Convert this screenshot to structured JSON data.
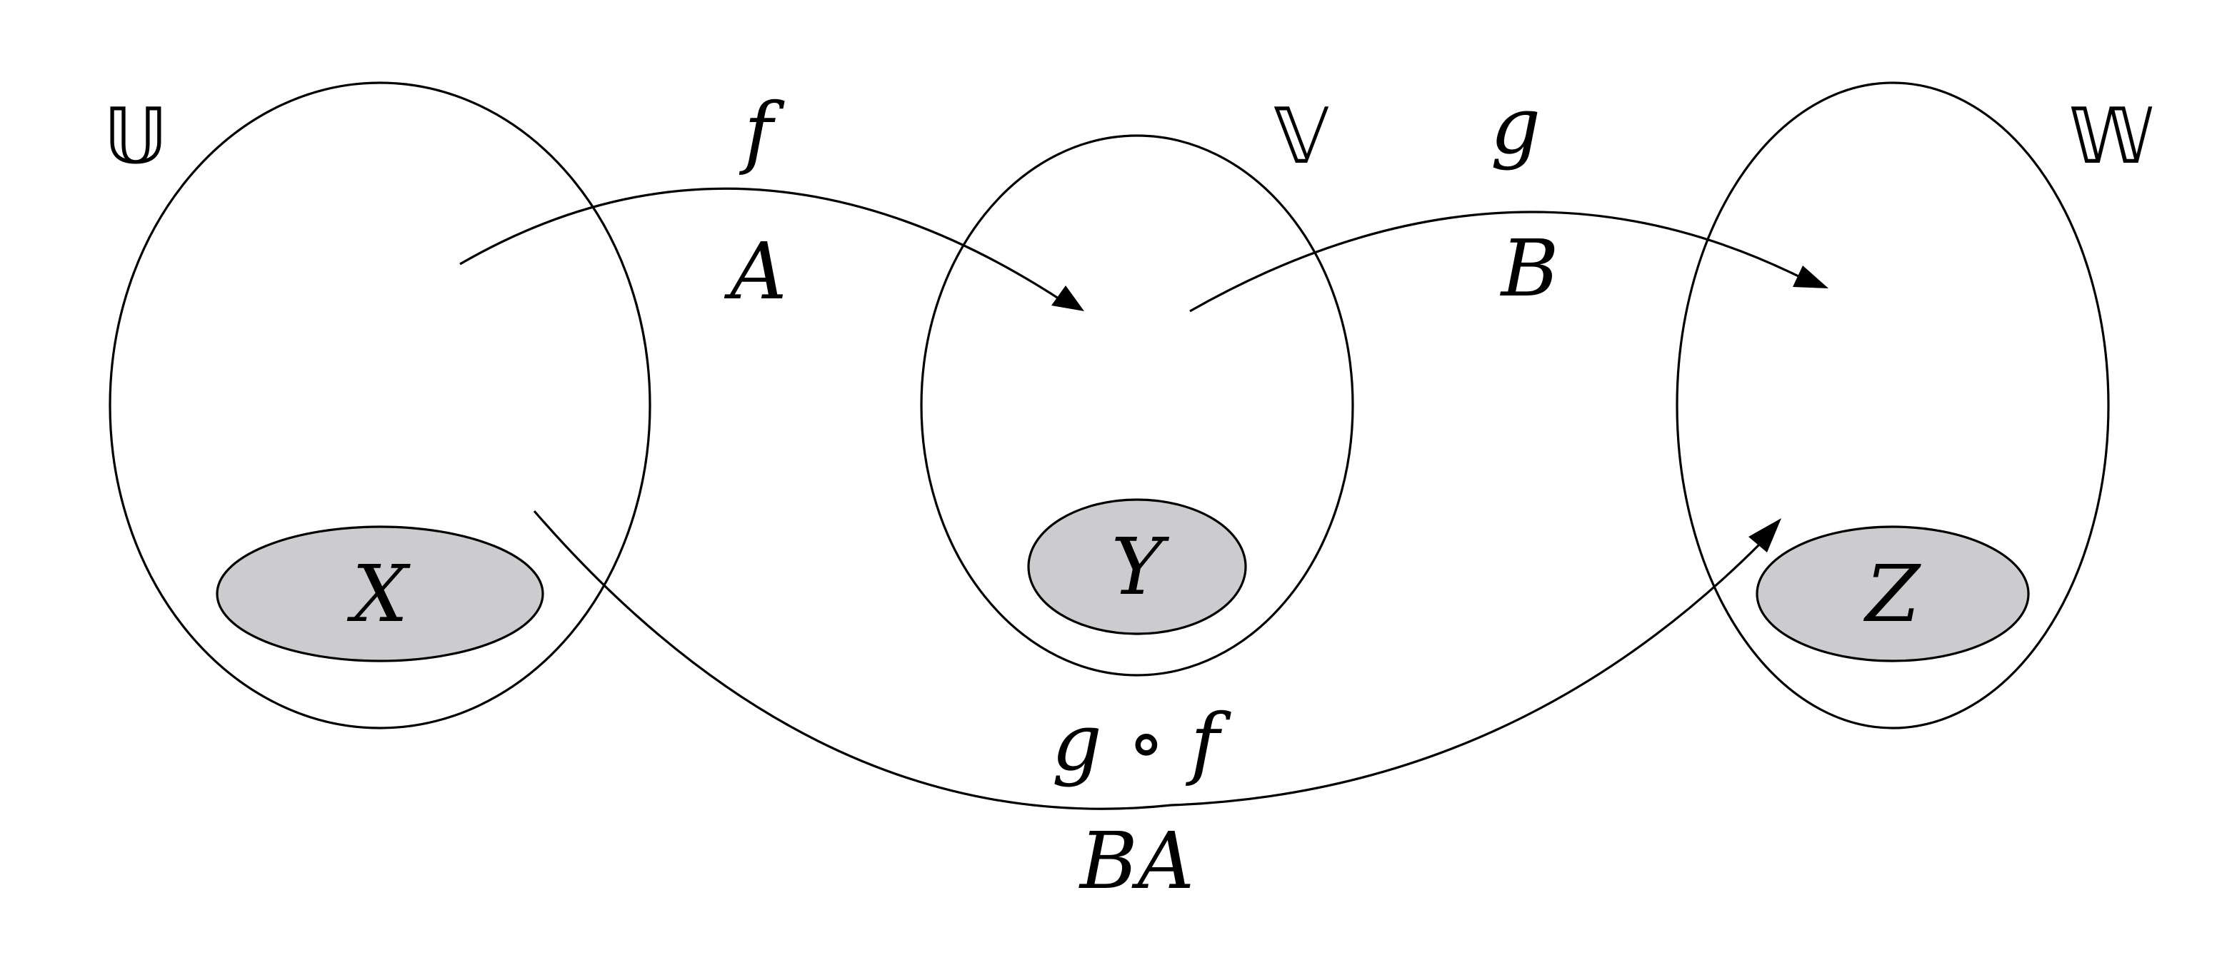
{
  "sets": {
    "u_label": "𝕌",
    "v_label": "𝕍",
    "w_label": "𝕎"
  },
  "subsets": {
    "x_label": "X",
    "y_label": "Y",
    "z_label": "Z",
    "fill_color": "#cccbcd"
  },
  "maps": {
    "f_name": "f",
    "f_matrix": "A",
    "g_name": "g",
    "g_matrix": "B",
    "composite_name": "g ∘ f",
    "composite_matrix": "BA"
  },
  "colors": {
    "stroke": "#000000",
    "background": "#ffffff"
  }
}
